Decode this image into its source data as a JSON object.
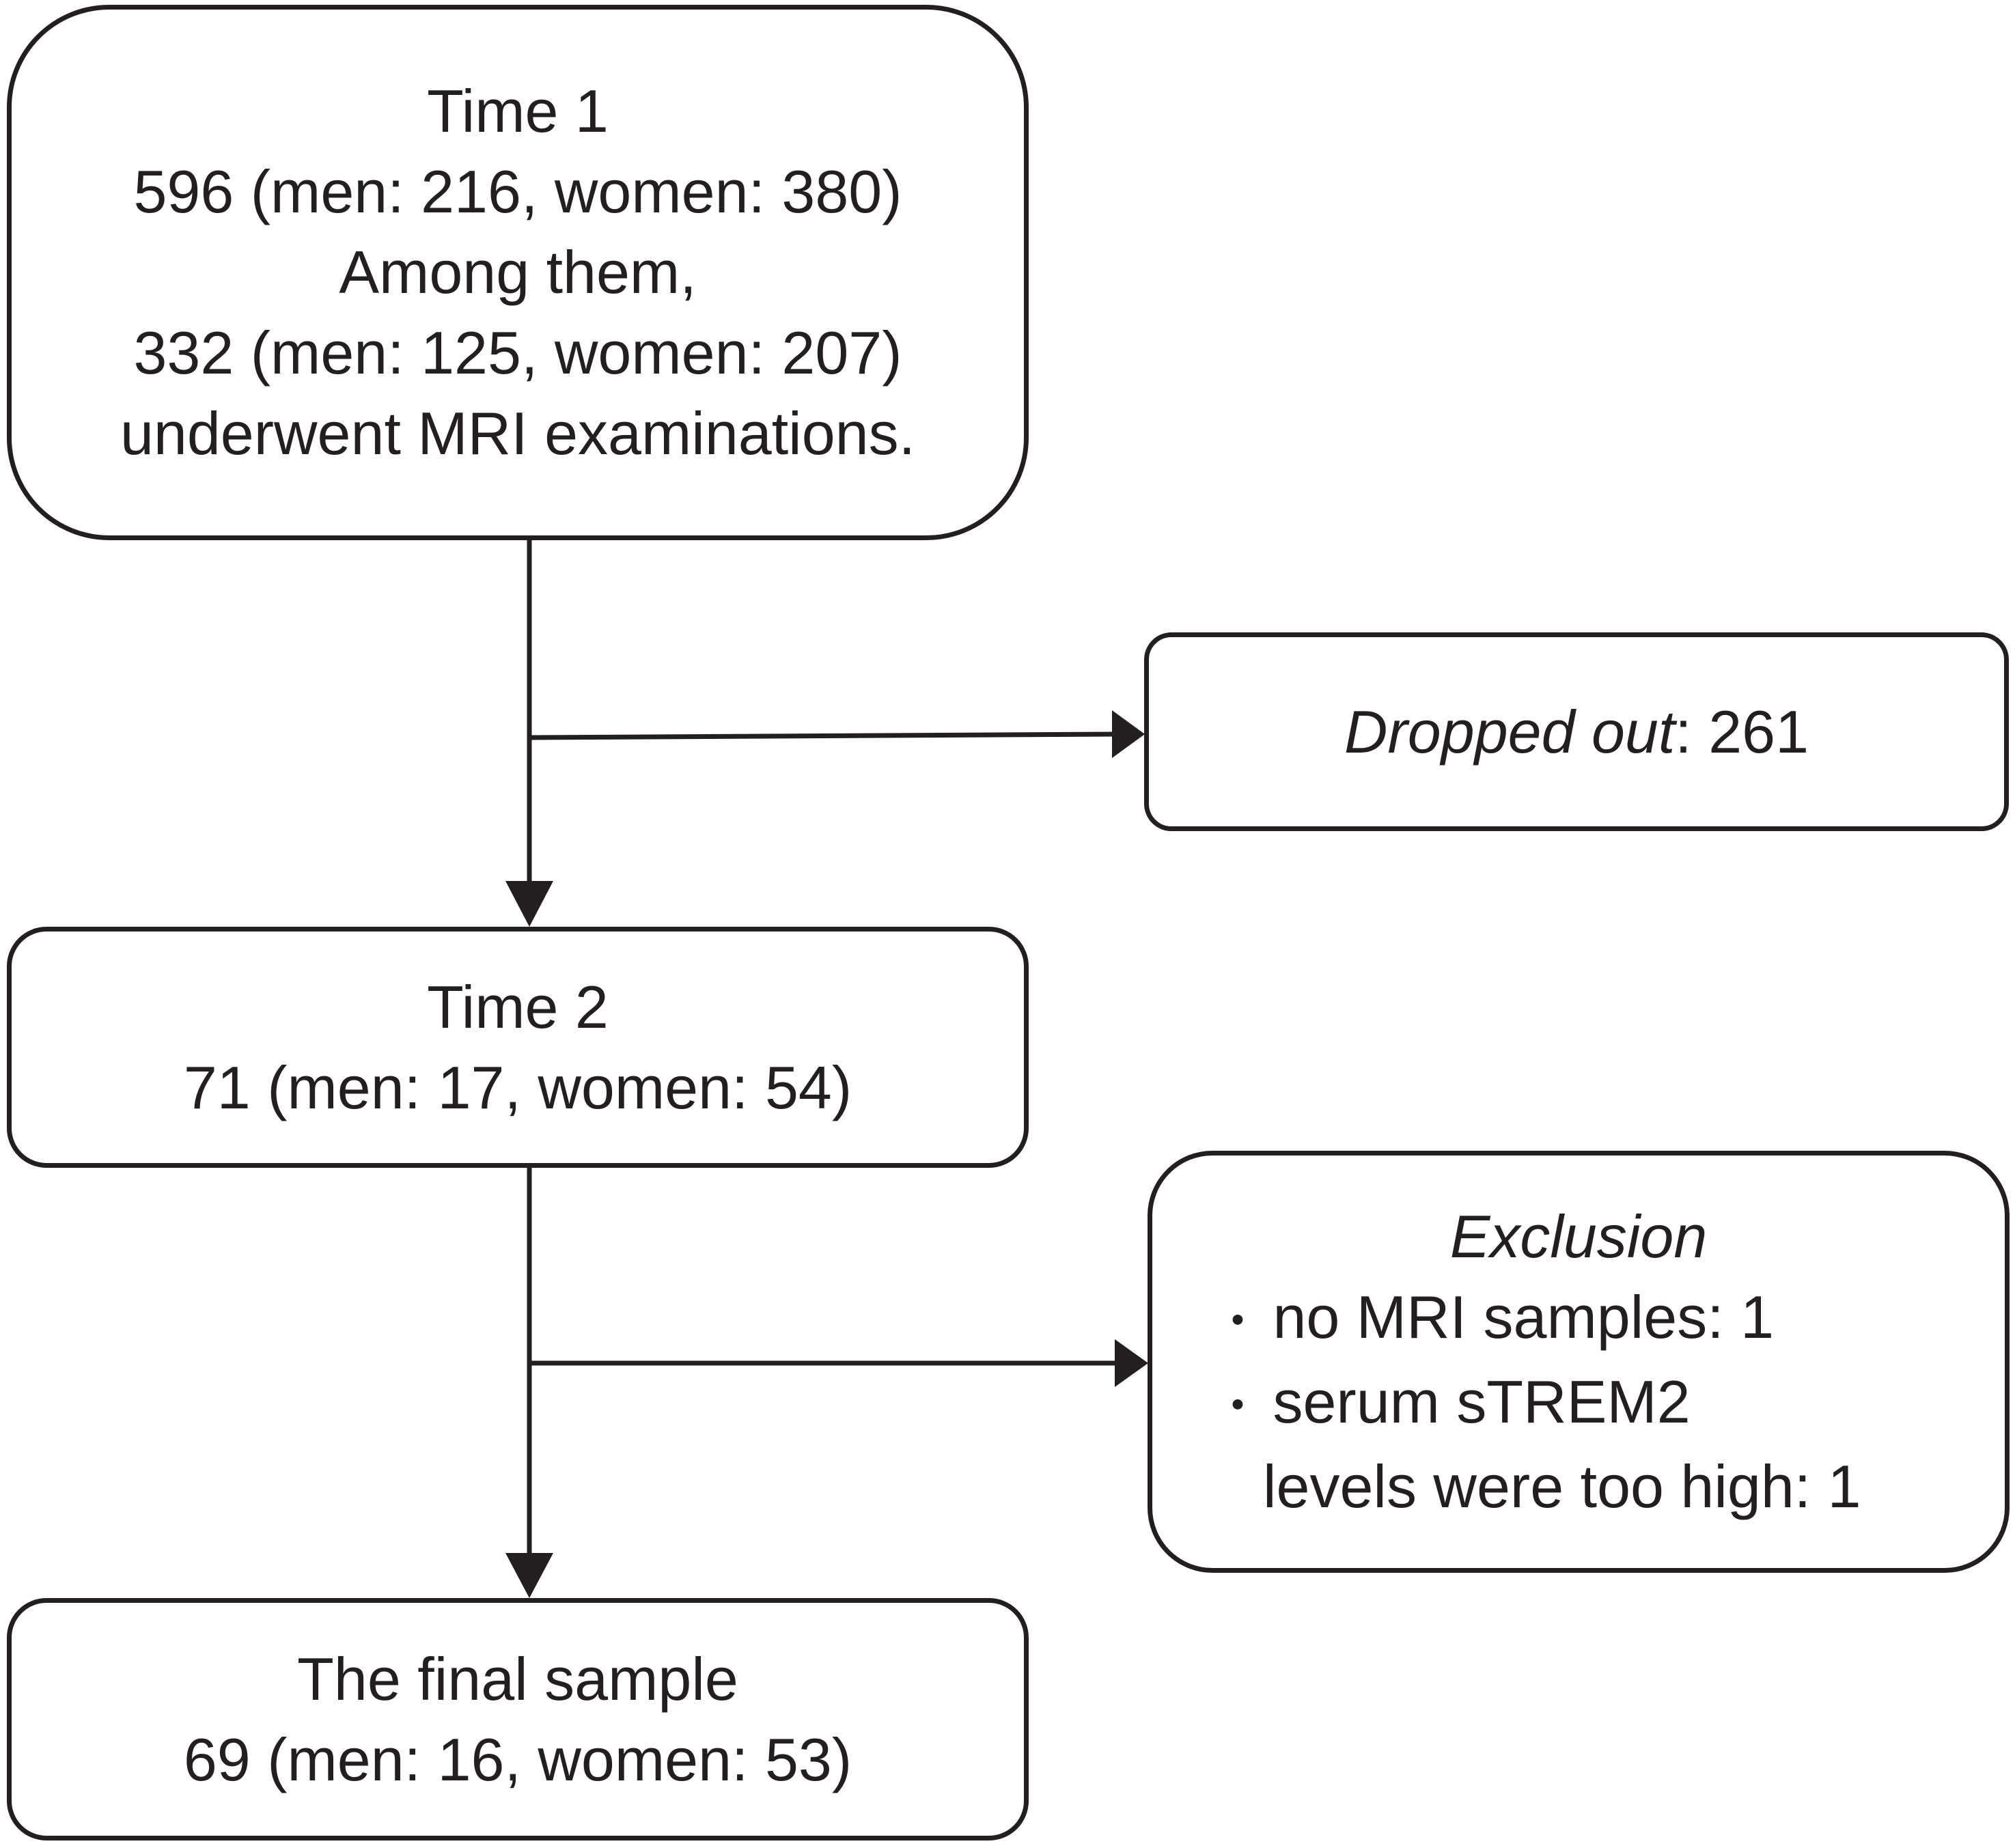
{
  "time1": {
    "title": "Time 1",
    "line1": "596 (men: 216, women: 380)",
    "line2": "Among them,",
    "line3": "332 (men: 125, women: 207)",
    "line4": "underwent MRI examinations."
  },
  "dropped": {
    "label": "Dropped out",
    "value": ": 261"
  },
  "time2": {
    "title": "Time 2",
    "line1": "71 (men: 17, women: 54)"
  },
  "exclusion": {
    "title": "Exclusion",
    "bullet_symbol": "・",
    "item1": "no MRI samples: 1",
    "item2_line1": "serum sTREM2",
    "item2_line2": "levels were too high: 1"
  },
  "final": {
    "title": "The final sample",
    "line1": "69 (men: 16, women: 53)"
  }
}
